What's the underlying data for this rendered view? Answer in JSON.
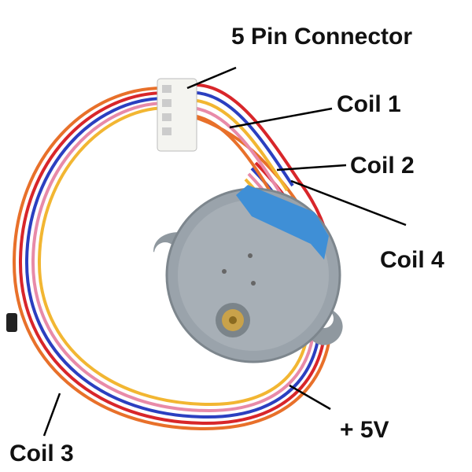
{
  "labels": {
    "connector": "5 Pin Connector",
    "coil1": "Coil 1",
    "coil2": "Coil 2",
    "coil3": "Coil 3",
    "coil4": "Coil 4",
    "plus5v": "+ 5V"
  },
  "colors": {
    "wire_orange": "#e8702a",
    "wire_red": "#d8262a",
    "wire_blue": "#2b3fc0",
    "wire_pink": "#e88aa8",
    "wire_yellow": "#f2b632",
    "motor_body": "#9aa3ab",
    "motor_cap": "#3f8fd6",
    "shaft": "#c9a24a"
  }
}
